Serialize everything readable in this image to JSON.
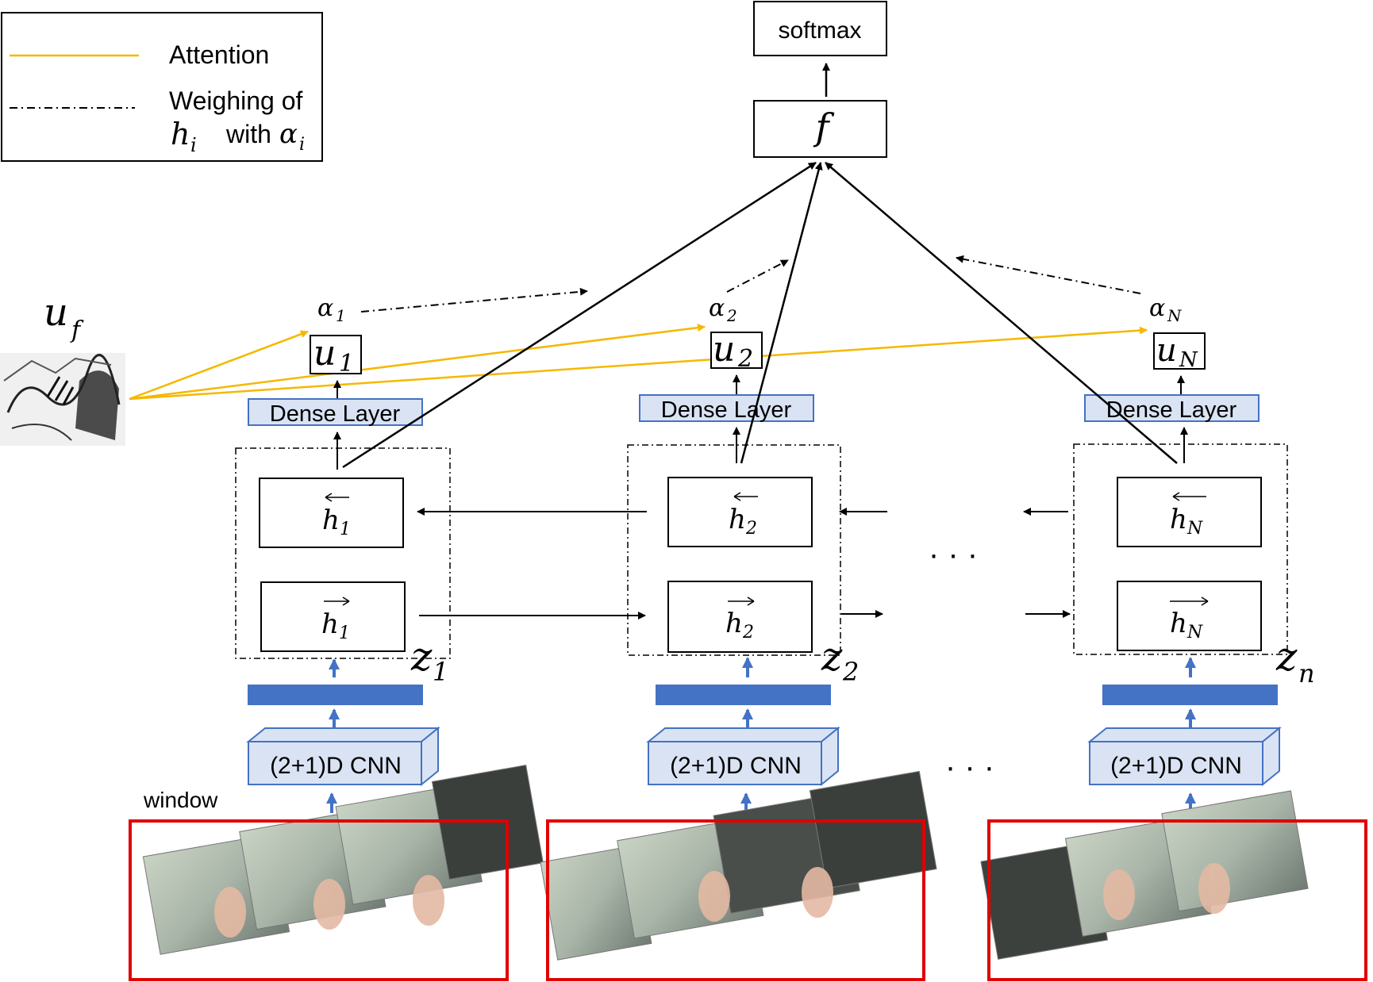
{
  "legend": {
    "attention_label": "Attention",
    "weighing_label_line1": "Weighing of",
    "weighing_h": "h",
    "weighing_h_sub": "i",
    "weighing_with": "with",
    "weighing_alpha": "α",
    "weighing_alpha_sub": "i"
  },
  "top": {
    "softmax_label": "softmax",
    "f_label": "f"
  },
  "input_vector": {
    "u": "u",
    "sub": "f"
  },
  "columns": [
    {
      "alpha": "α",
      "alpha_sub": "1",
      "u": "u",
      "u_sub": "1",
      "dense_label": "Dense Layer",
      "h_back": "h",
      "h_back_sub": "1",
      "h_fwd": "h",
      "h_fwd_sub": "1",
      "z": "z",
      "z_sub": "1",
      "cnn_label": "(2+1)D CNN"
    },
    {
      "alpha": "α",
      "alpha_sub": "2",
      "u": "u",
      "u_sub": "2",
      "dense_label": "Dense Layer",
      "h_back": "h",
      "h_back_sub": "2",
      "h_fwd": "h",
      "h_fwd_sub": "2",
      "z": "z",
      "z_sub": "2",
      "cnn_label": "(2+1)D CNN"
    },
    {
      "alpha": "α",
      "alpha_sub": "N",
      "u": "u",
      "u_sub": "N",
      "dense_label": "Dense Layer",
      "h_back": "h",
      "h_back_sub": "N",
      "h_fwd": "h",
      "h_fwd_sub": "N",
      "z": "z",
      "z_sub": "n",
      "cnn_label": "(2+1)D CNN"
    }
  ],
  "ellipsis": "· · ·",
  "window_label": "window",
  "colors": {
    "attention": "#F5B800",
    "cnn_arrow": "#4472C4",
    "feature_bar": "#4472C4",
    "dense_fill": "#DAE3F3",
    "dense_stroke": "#4472C4",
    "window_border": "#E00000"
  }
}
